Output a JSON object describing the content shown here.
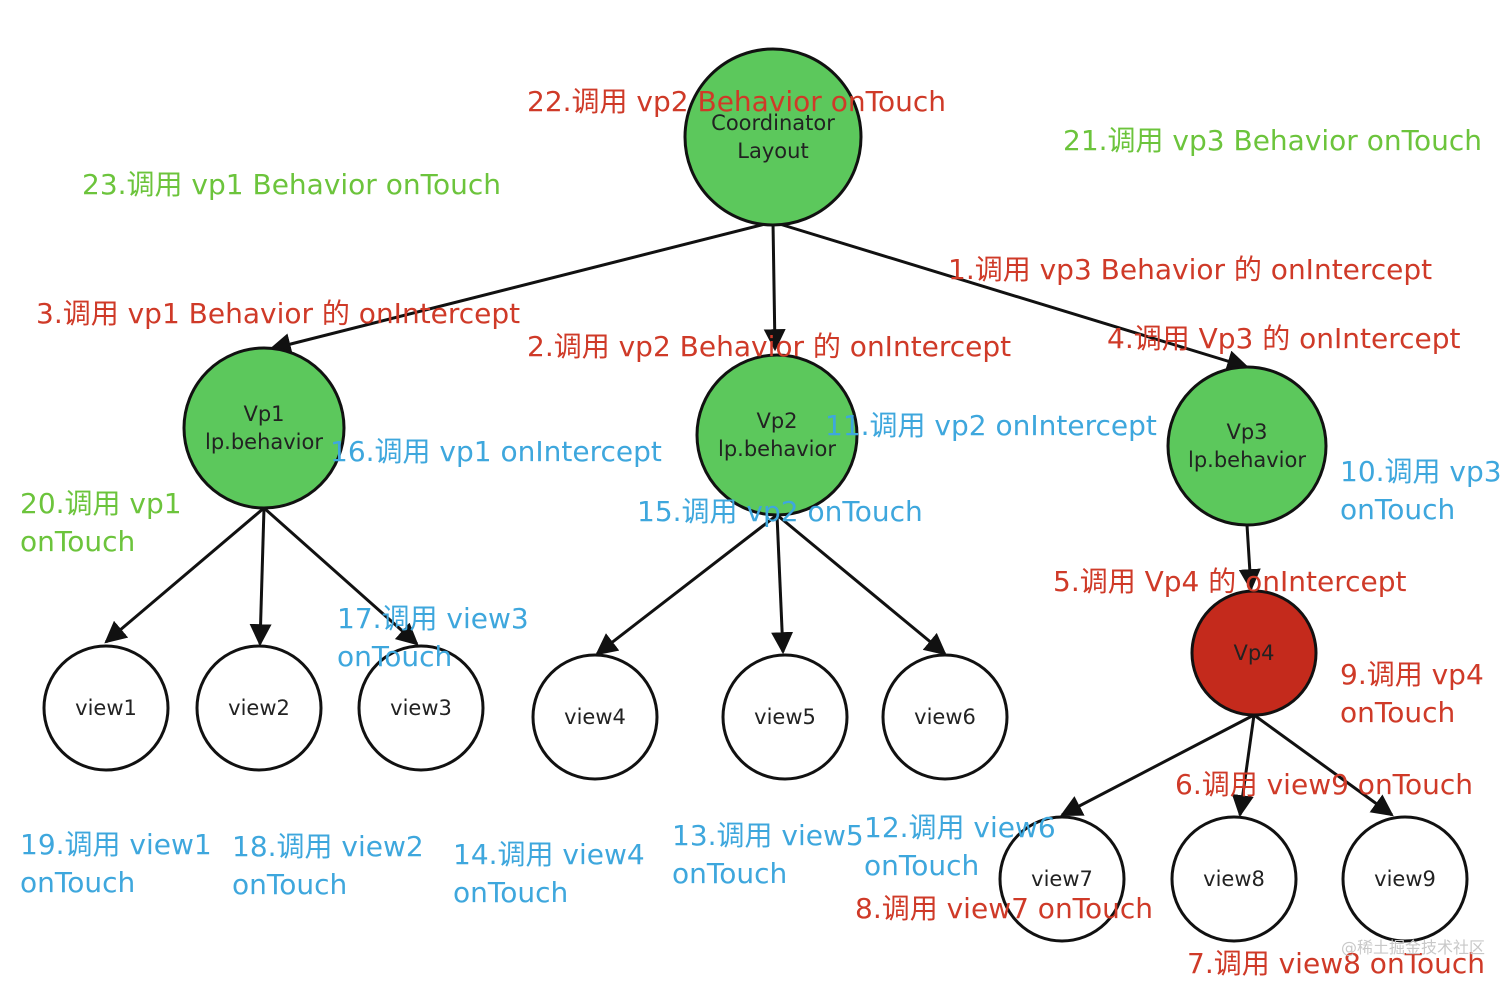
{
  "colors": {
    "green_node": "#5cc85c",
    "red_node": "#c42a1c",
    "red_text": "#cf3a28",
    "green_text": "#6cc43c",
    "blue_text": "#3ea7dd",
    "stroke": "#111111"
  },
  "nodes": {
    "coordinator": [
      "Coordinator",
      "Layout"
    ],
    "vp1": [
      "Vp1",
      "lp.behavior"
    ],
    "vp2": [
      "Vp2",
      "lp.behavior"
    ],
    "vp3": [
      "Vp3",
      "lp.behavior"
    ],
    "vp4": [
      "Vp4"
    ],
    "view1": [
      "view1"
    ],
    "view2": [
      "view2"
    ],
    "view3": [
      "view3"
    ],
    "view4": [
      "view4"
    ],
    "view5": [
      "view5"
    ],
    "view6": [
      "view6"
    ],
    "view7": [
      "view7"
    ],
    "view8": [
      "view8"
    ],
    "view9": [
      "view9"
    ]
  },
  "annotations": {
    "a1": [
      "1.调用 vp3 Behavior 的 onIntercept"
    ],
    "a2": [
      "2.调用 vp2 Behavior 的 onIntercept"
    ],
    "a3": [
      "3.调用 vp1 Behavior 的 onIntercept"
    ],
    "a4": [
      "4.调用 Vp3 的 onIntercept"
    ],
    "a5": [
      "5.调用 Vp4 的 onIntercept"
    ],
    "a6": [
      "6.调用 view9 onTouch"
    ],
    "a7": [
      "7.调用 view8 onTouch"
    ],
    "a8": [
      "8.调用 view7 onTouch"
    ],
    "a9": [
      "9.调用 vp4",
      "onTouch"
    ],
    "a10": [
      "10.调用 vp3",
      "onTouch"
    ],
    "a11": [
      "11.调用 vp2 onIntercept"
    ],
    "a12": [
      "12.调用 view6",
      "onTouch"
    ],
    "a13": [
      "13.调用 view5",
      "onTouch"
    ],
    "a14": [
      "14.调用 view4",
      "onTouch"
    ],
    "a15": [
      "15.调用 vp2 onTouch"
    ],
    "a16": [
      "16.调用 vp1 onIntercept"
    ],
    "a17": [
      "17.调用 view3",
      "onTouch"
    ],
    "a18": [
      "18.调用 view2",
      "onTouch"
    ],
    "a19": [
      "19.调用 view1",
      "onTouch"
    ],
    "a20": [
      "20.调用 vp1",
      "onTouch"
    ],
    "a21": [
      "21.调用 vp3 Behavior onTouch"
    ],
    "a22": [
      "22.调用 vp2 Behavior onTouch"
    ],
    "a23": [
      "23.调用 vp1 Behavior onTouch"
    ]
  },
  "watermark": "@稀土掘金技术社区"
}
